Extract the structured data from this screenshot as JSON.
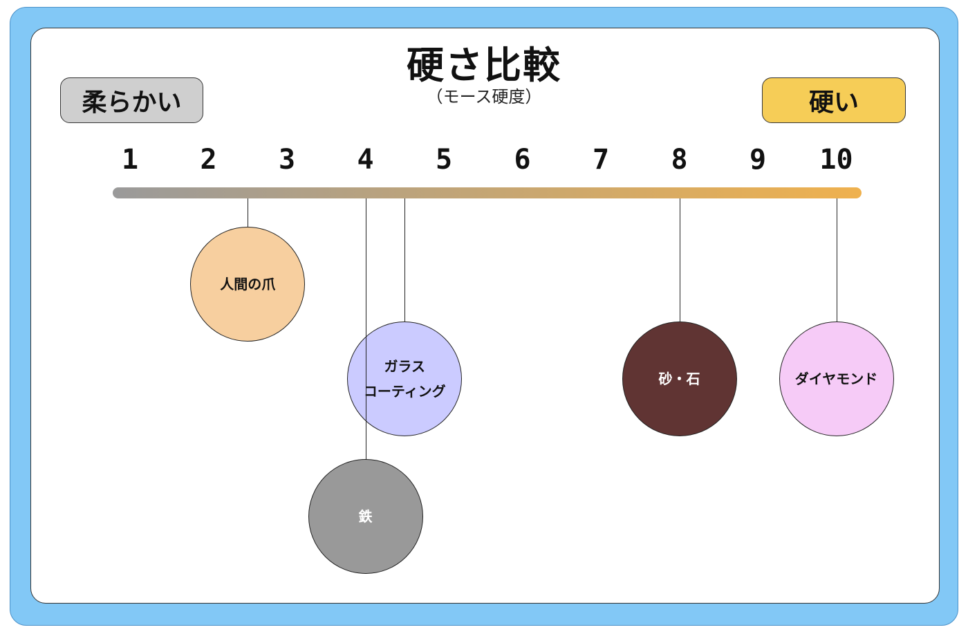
{
  "title": "硬さ比較",
  "subtitle": "（モース硬度）",
  "soft_label": "柔らかい",
  "hard_label": "硬い",
  "scale": {
    "ticks": [
      "1",
      "2",
      "3",
      "4",
      "5",
      "6",
      "7",
      "8",
      "9",
      "10"
    ],
    "colors": {
      "start": "#9a9a9a",
      "end": "#efb14e"
    }
  },
  "materials": [
    {
      "id": "nail",
      "lines": [
        "人間の爪"
      ],
      "hardness": 2.5,
      "fill": "#f7cf9f",
      "text_color": "#111111"
    },
    {
      "id": "glass",
      "lines": [
        "ガラス",
        "コーティング"
      ],
      "hardness": 4.5,
      "fill": "#cbcbff",
      "text_color": "#111111"
    },
    {
      "id": "iron",
      "lines": [
        "鉄"
      ],
      "hardness": 4,
      "fill": "#999999",
      "text_color": "#ffffff"
    },
    {
      "id": "sand",
      "lines": [
        "砂・石"
      ],
      "hardness": 8,
      "fill": "#603433",
      "text_color": "#ffffff"
    },
    {
      "id": "diamond",
      "lines": [
        "ダイヤモンド"
      ],
      "hardness": 10,
      "fill": "#f6cbf7",
      "text_color": "#111111"
    }
  ]
}
